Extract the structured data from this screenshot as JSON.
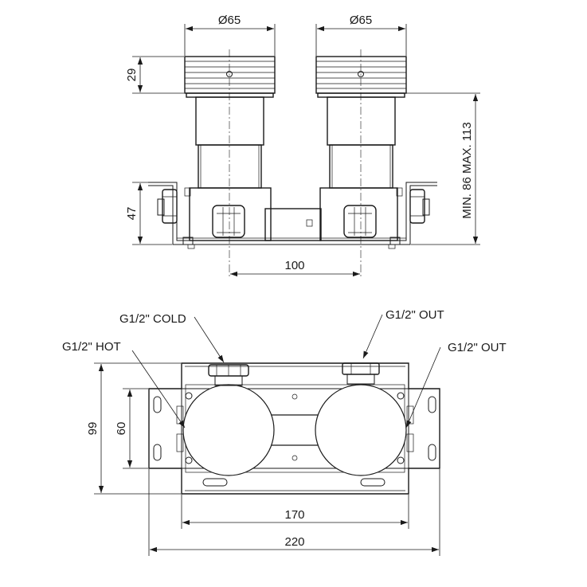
{
  "top_view": {
    "dims": {
      "left_diameter": "Ø65",
      "right_diameter": "Ø65",
      "cap_height": "29",
      "box_height": "47",
      "center_distance": "100",
      "depth_range": "MIN. 86 MAX. 113"
    }
  },
  "front_view": {
    "labels": {
      "cold": "G1/2\" COLD",
      "hot": "G1/2\" HOT",
      "out_top": "G1/2\" OUT",
      "out_right": "G1/2\" OUT"
    },
    "dims": {
      "height_outer": "99",
      "height_inner": "60",
      "width_inner": "170",
      "width_outer": "220"
    }
  },
  "colors": {
    "line": "#1a1a1a",
    "background": "#ffffff"
  }
}
